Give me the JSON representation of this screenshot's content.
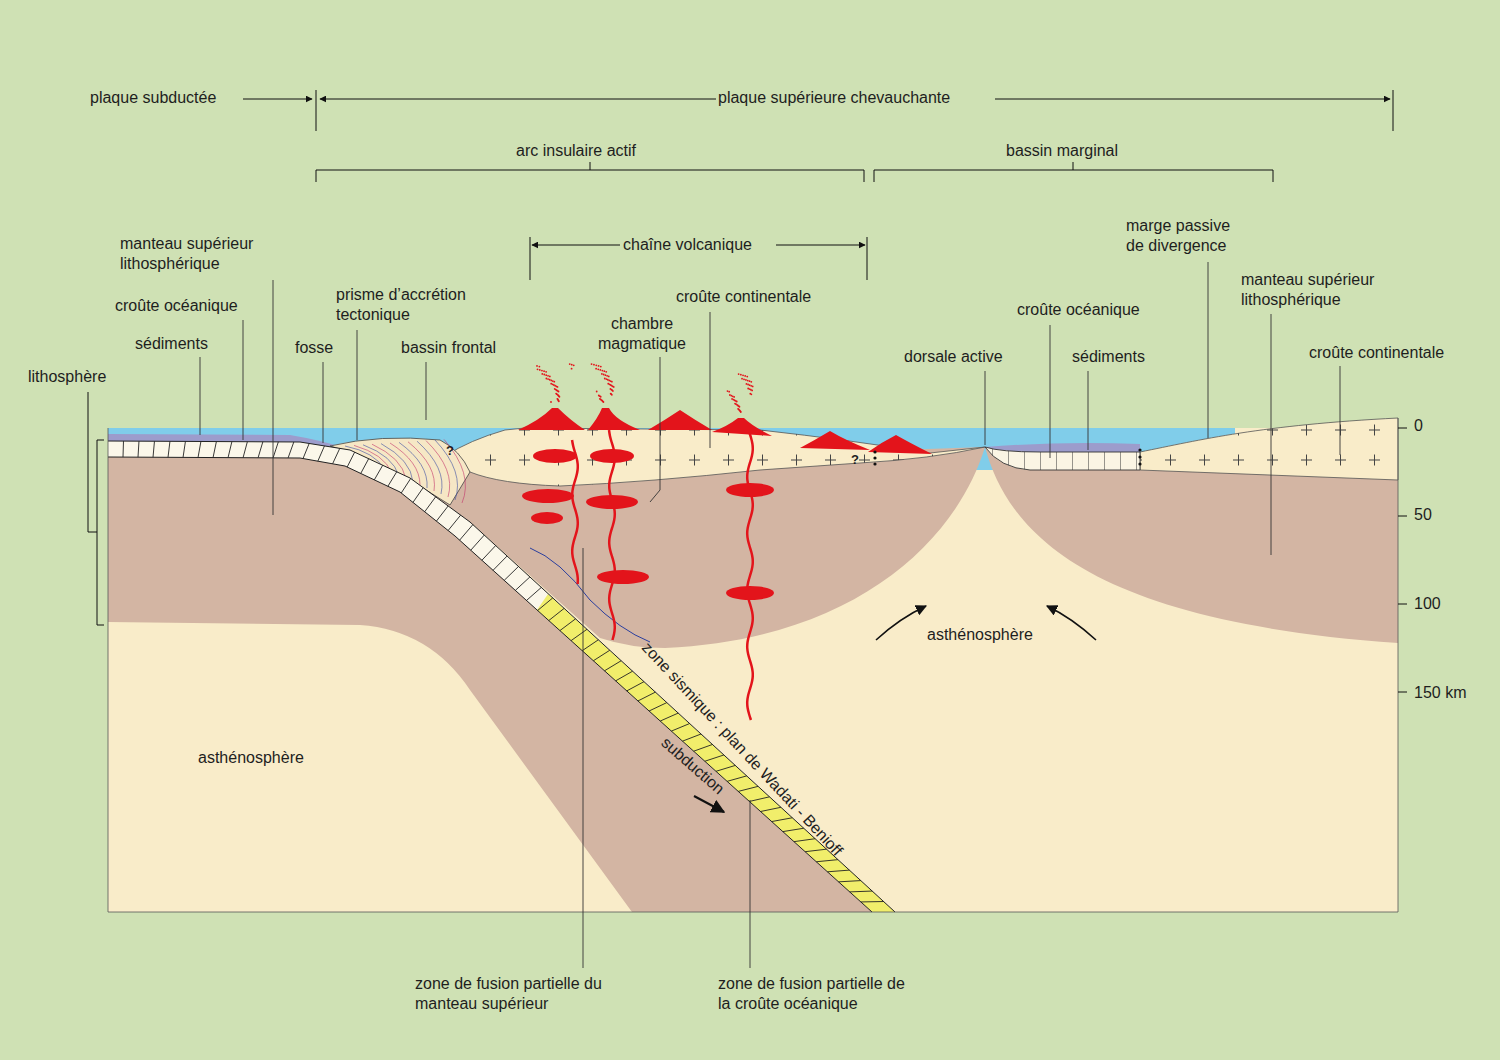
{
  "diagram": {
    "labels": [
      "plaque subductée",
      "plaque supérieure chevauchante",
      "arc insulaire actif",
      "bassin marginal",
      "chaîne volcanique",
      "marge passive de divergence",
      "manteau supérieur lithosphérique",
      "manteau supérieur lithosphérique",
      "croûte continentale",
      "croûte océanique",
      "prisme d’accrétion tectonique",
      "chambre magmatique",
      "croûte océanique",
      "sédiments",
      "fosse",
      "bassin frontal",
      "dorsale active",
      "sédiments",
      "croûte continentale",
      "lithosphère",
      "?",
      "?",
      "0",
      "50",
      "100",
      "150 km",
      "asthénosphère",
      "asthénosphère",
      "zone sismique : plan de Wadati - Benioff",
      "subduction",
      "zone de fusion partielle du manteau supérieur",
      "zone de fusion partielle de la croûte océanique"
    ]
  }
}
